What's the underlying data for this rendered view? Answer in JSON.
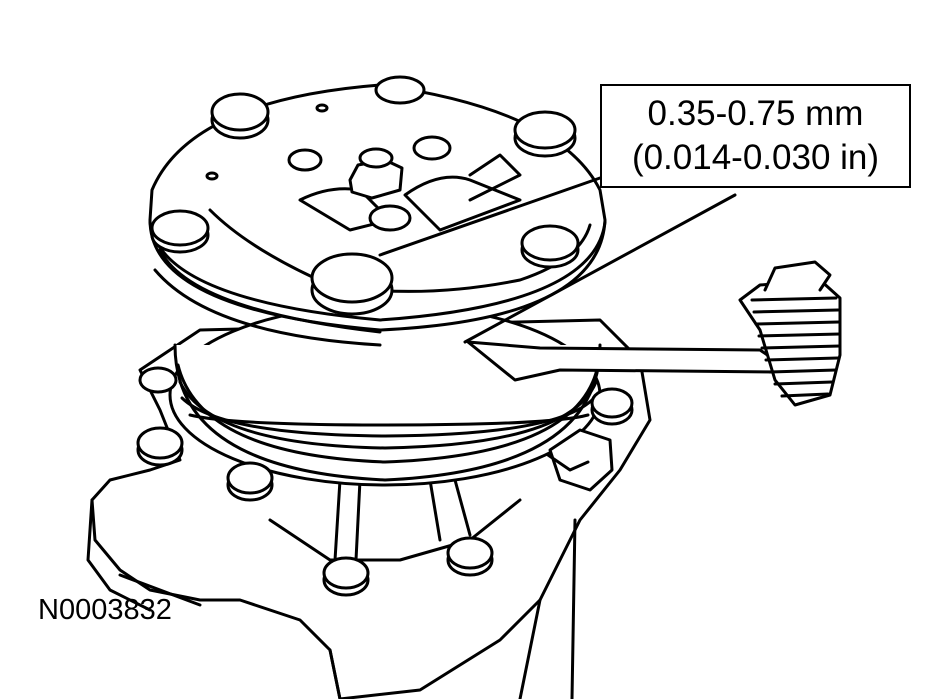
{
  "callout": {
    "metric": "0.35-0.75 mm",
    "imperial": "(0.014-0.030 in)"
  },
  "figure_id": "N0003832",
  "colors": {
    "line": "#000000",
    "fill": "#ffffff"
  },
  "icons": [
    "compressor-clutch-illustration",
    "feeler-gauge"
  ]
}
